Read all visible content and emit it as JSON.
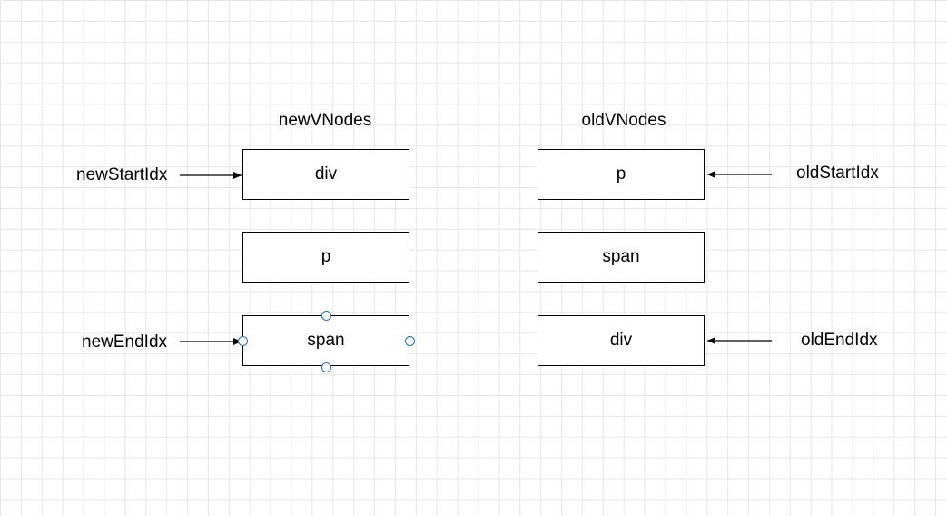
{
  "headings": {
    "new": "newVNodes",
    "old": "oldVNodes"
  },
  "new_vnodes": [
    "div",
    "p",
    "span"
  ],
  "old_vnodes": [
    "p",
    "span",
    "div"
  ],
  "pointers": {
    "new_start": "newStartIdx",
    "new_end": "newEndIdx",
    "old_start": "oldStartIdx",
    "old_end": "oldEndIdx"
  },
  "colors": {
    "grid": "#e6e6e6",
    "selection_handle": "#1a73c9"
  }
}
